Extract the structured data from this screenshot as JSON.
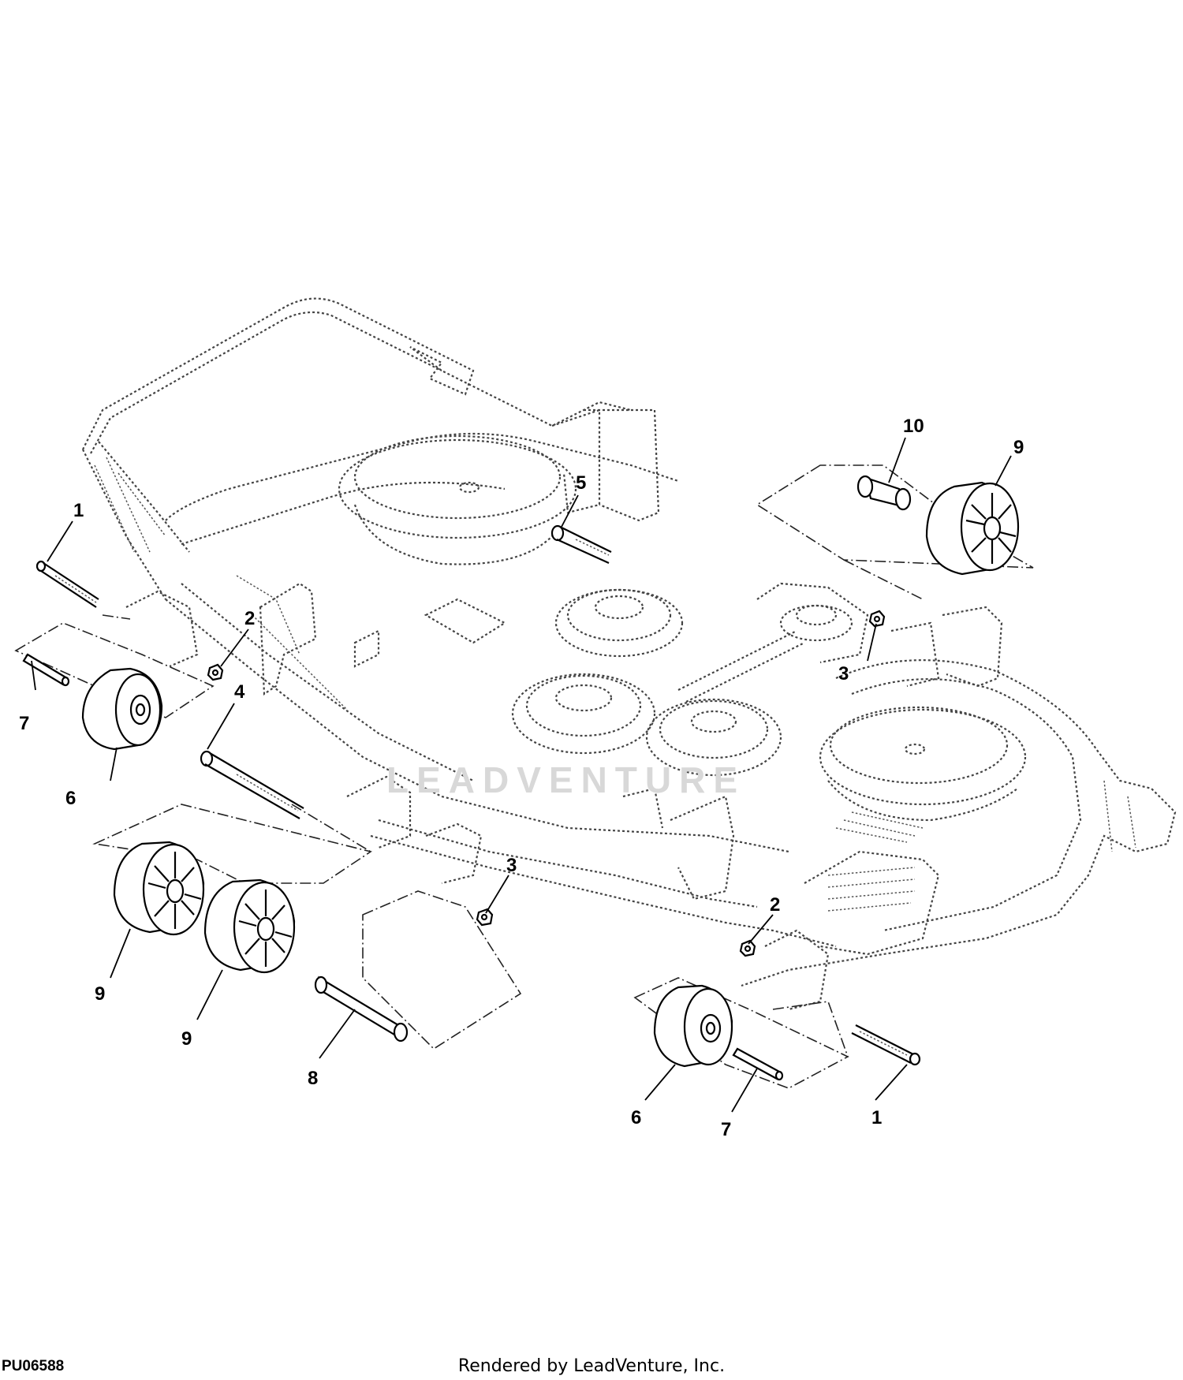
{
  "figure_code": "PU06588",
  "footer_text": "Rendered by LeadVenture, Inc.",
  "watermark_text": "LEADVENTURE",
  "callouts": [
    {
      "id": "c1a",
      "label": "1"
    },
    {
      "id": "c1b",
      "label": "1"
    },
    {
      "id": "c2a",
      "label": "2"
    },
    {
      "id": "c2b",
      "label": "2"
    },
    {
      "id": "c3a",
      "label": "3"
    },
    {
      "id": "c3b",
      "label": "3"
    },
    {
      "id": "c4",
      "label": "4"
    },
    {
      "id": "c5",
      "label": "5"
    },
    {
      "id": "c6a",
      "label": "6"
    },
    {
      "id": "c6b",
      "label": "6"
    },
    {
      "id": "c7a",
      "label": "7"
    },
    {
      "id": "c7b",
      "label": "7"
    },
    {
      "id": "c8",
      "label": "8"
    },
    {
      "id": "c9a",
      "label": "9"
    },
    {
      "id": "c9b",
      "label": "9"
    },
    {
      "id": "c9c",
      "label": "9"
    },
    {
      "id": "c10",
      "label": "10"
    }
  ],
  "line_style": "black line art, dashed ghosted mower deck, solid highlighted parts"
}
